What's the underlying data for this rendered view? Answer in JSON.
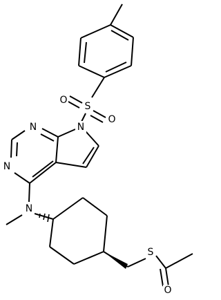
{
  "atoms": {
    "n7": "N",
    "n1": "N",
    "n3": "N",
    "n_amine": "N",
    "s_sulfonyl": "S",
    "o_sulfonyl_left": "O",
    "o_sulfonyl_right": "O",
    "s_thio": "S",
    "o_carbonyl": "O"
  },
  "colors": {
    "ink": "#000000",
    "background": "#ffffff"
  }
}
